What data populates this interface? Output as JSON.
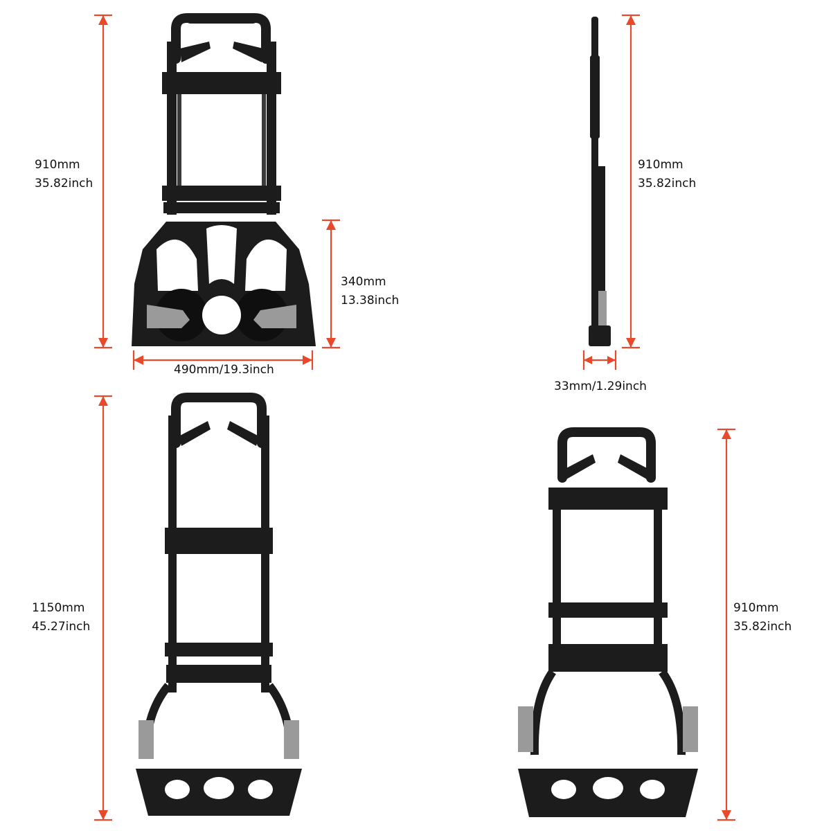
{
  "colors": {
    "dimension_line": "#e8492a",
    "frame": "#1c1c1c",
    "metal": "#9a9a9a",
    "text": "#111111"
  },
  "views": {
    "folded_front": {
      "height_mm": "910mm",
      "height_in": "35.82inch",
      "base_height_mm": "340mm",
      "base_height_in": "13.38inch",
      "width": "490mm/19.3inch"
    },
    "folded_side": {
      "height_mm": "910mm",
      "height_in": "35.82inch",
      "thickness": "33mm/1.29inch"
    },
    "extended": {
      "height_mm": "1150mm",
      "height_in": "45.27inch"
    },
    "unfolded": {
      "height_mm": "910mm",
      "height_in": "35.82inch"
    }
  }
}
